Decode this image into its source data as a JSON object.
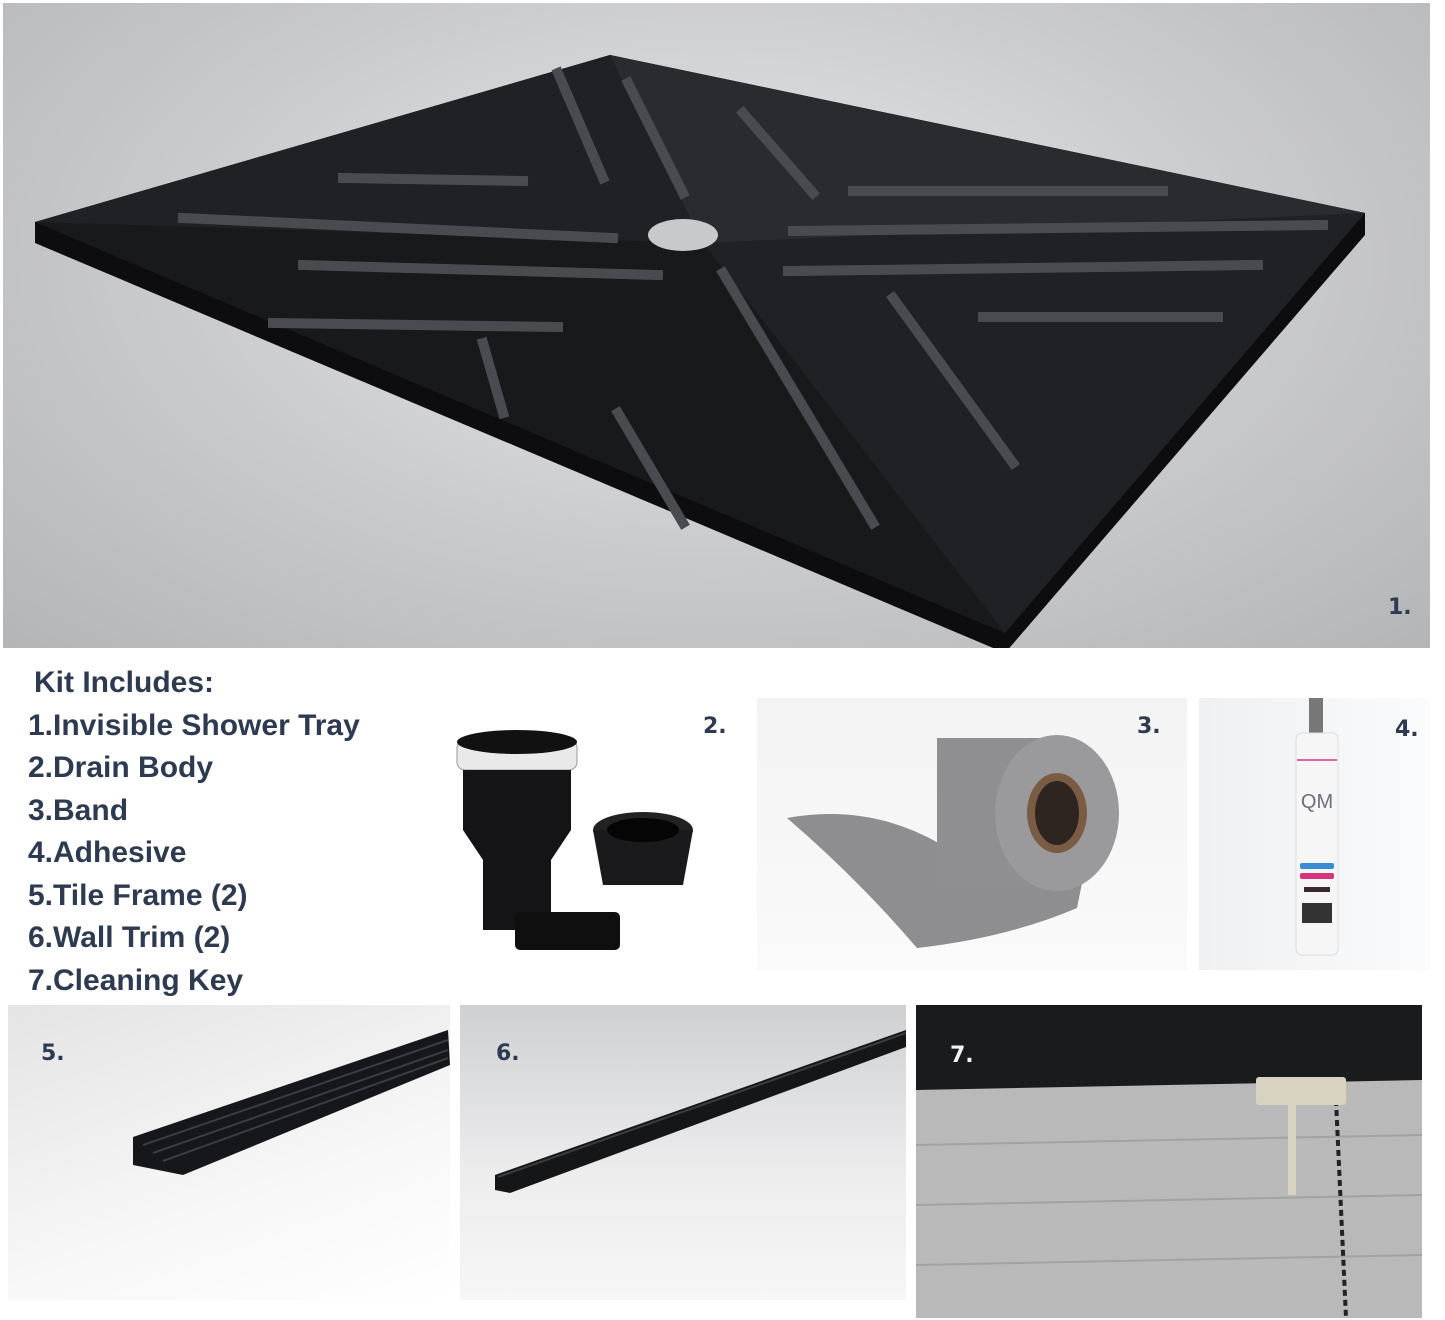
{
  "panels": [
    {
      "label": "1."
    },
    {
      "label": "2."
    },
    {
      "label": "3."
    },
    {
      "label": "4."
    },
    {
      "label": "5."
    },
    {
      "label": "6."
    },
    {
      "label": "7."
    }
  ],
  "kit": {
    "heading": "Kit Includes:",
    "items": [
      "1.Invisible Shower Tray",
      "2.Drain Body",
      "3.Band",
      "4.Adhesive",
      "5.Tile Frame (2)",
      "6.Wall Trim (2)",
      "7.Cleaning Key"
    ]
  },
  "adhesive_label": {
    "brand": "QM"
  },
  "colors": {
    "text": "#2d3a4f",
    "tray": "#1c1d20",
    "band": "#8f8f91"
  }
}
